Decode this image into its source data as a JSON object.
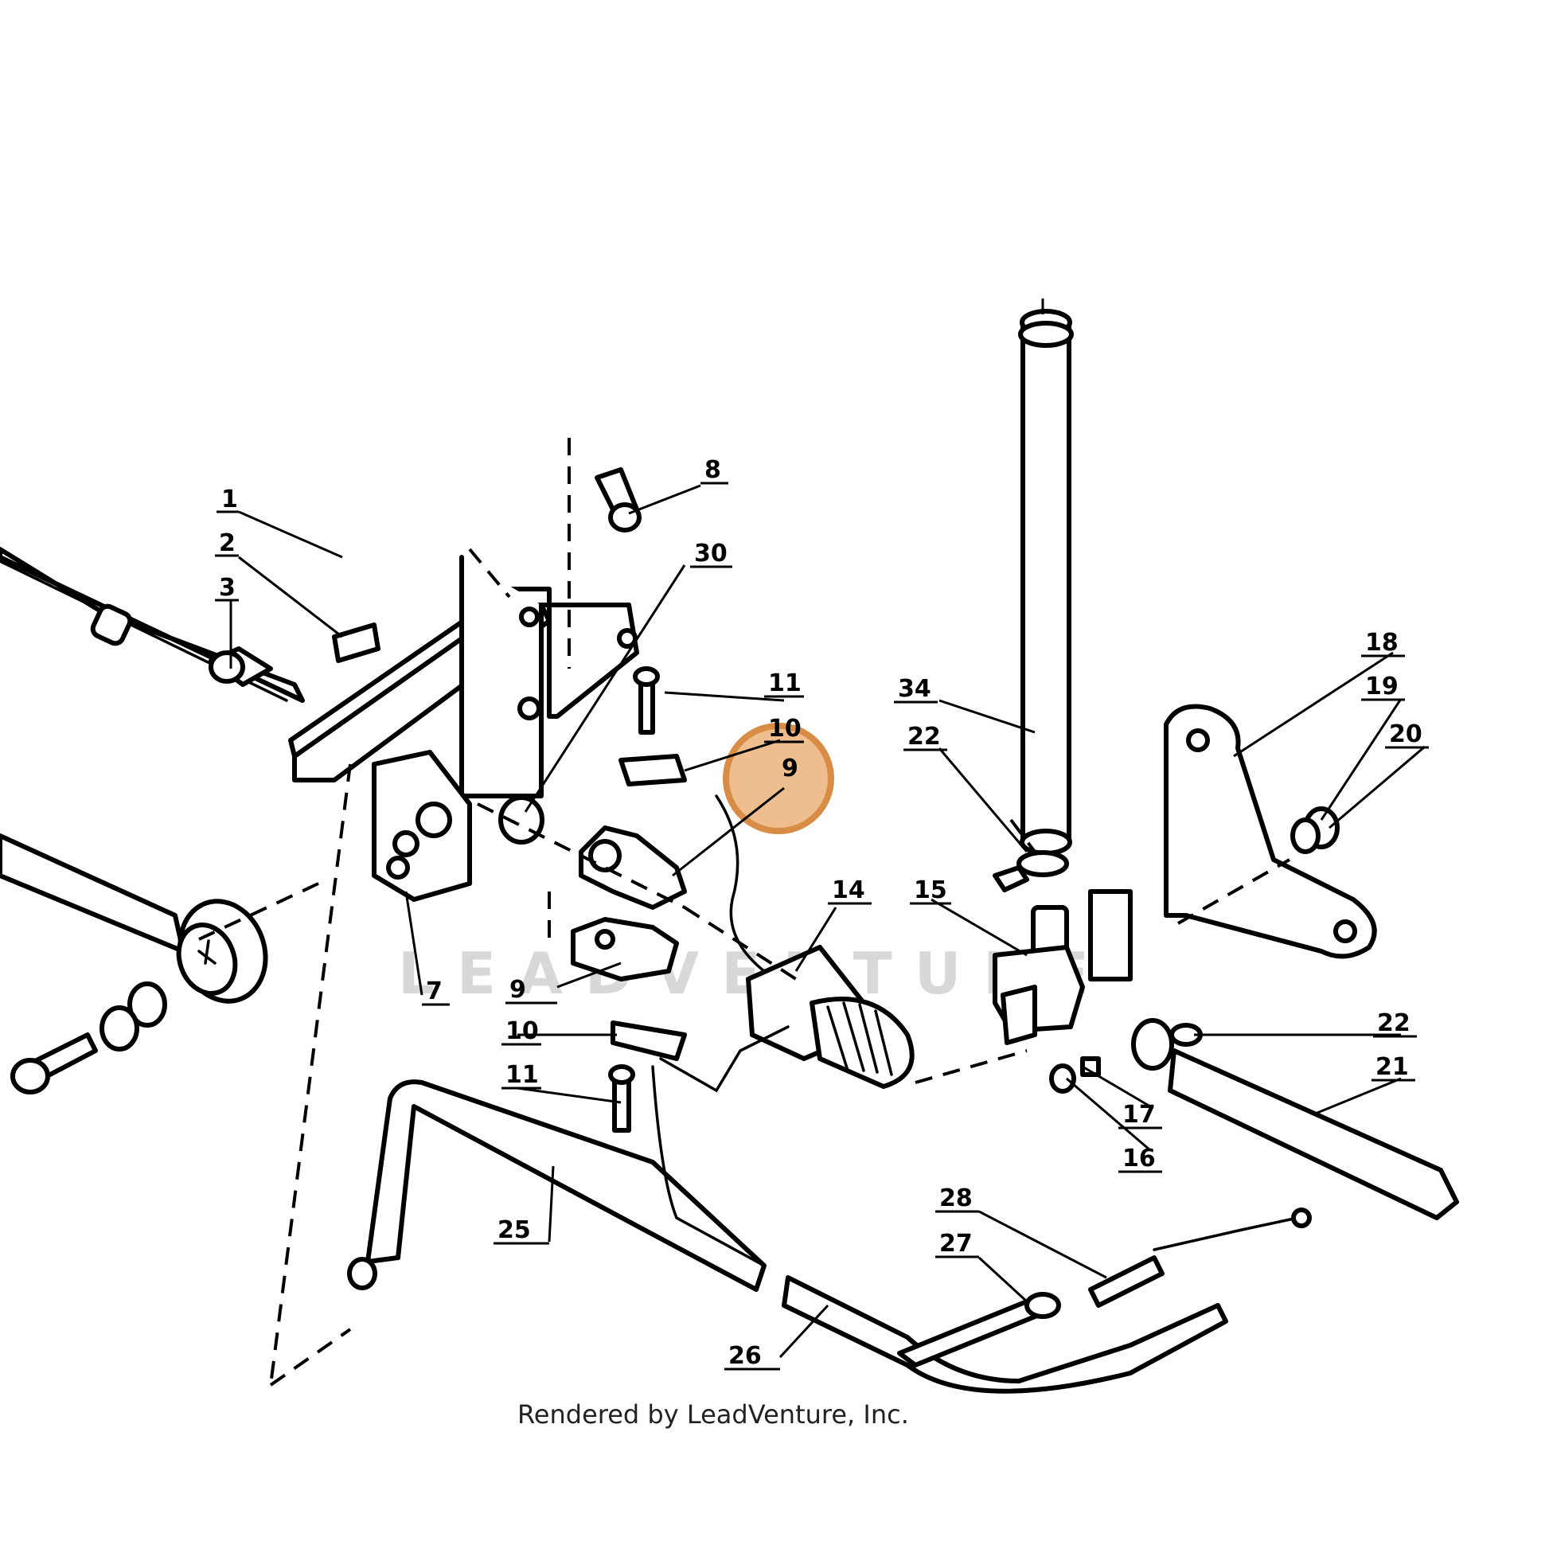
{
  "diagram": {
    "labels": {
      "l1": "1",
      "l2": "2",
      "l3": "3",
      "l7": "7",
      "l8": "8",
      "l9a": "9",
      "l9b": "9",
      "l10a": "10",
      "l10b": "10",
      "l11a": "11",
      "l11b": "11",
      "l14": "14",
      "l15": "15",
      "l16": "16",
      "l17": "17",
      "l18": "18",
      "l19": "19",
      "l20": "20",
      "l21": "21",
      "l22a": "22",
      "l22b": "22",
      "l25": "25",
      "l26": "26",
      "l27": "27",
      "l28": "28",
      "l30": "30",
      "l34": "34"
    },
    "highlight": {
      "part": "9",
      "color": "#e8a86a"
    },
    "watermark": "LEADVENTURE",
    "credit": "Rendered by LeadVenture, Inc."
  }
}
